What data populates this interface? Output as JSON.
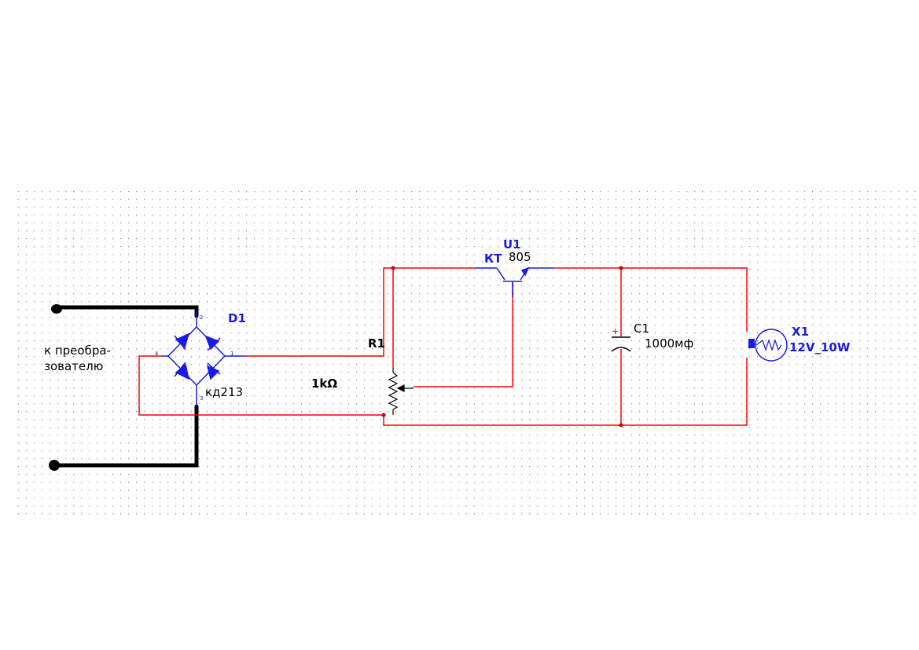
{
  "colors": {
    "wire": "#ff0000",
    "thick_wire": "#000000",
    "component": "#1a1ae6",
    "grid_dot": "#8a8a8a",
    "junction": "#cc0000"
  },
  "labels": {
    "input_line1": "к преобра-",
    "input_line2": "зователю",
    "bridge_ref": "D1",
    "bridge_type": "кд213",
    "pot_ref": "R1",
    "pot_value": "1kΩ",
    "transistor_ref": "U1",
    "transistor_prefix": "КТ",
    "transistor_number": "805",
    "cap_ref": "C1",
    "cap_value": "1000мф",
    "cap_polarity": "+",
    "lamp_ref": "X1",
    "lamp_value": "12V_10W"
  },
  "bridge_pins": {
    "top": "2",
    "left": "4",
    "right": "1",
    "bottom": "3"
  }
}
